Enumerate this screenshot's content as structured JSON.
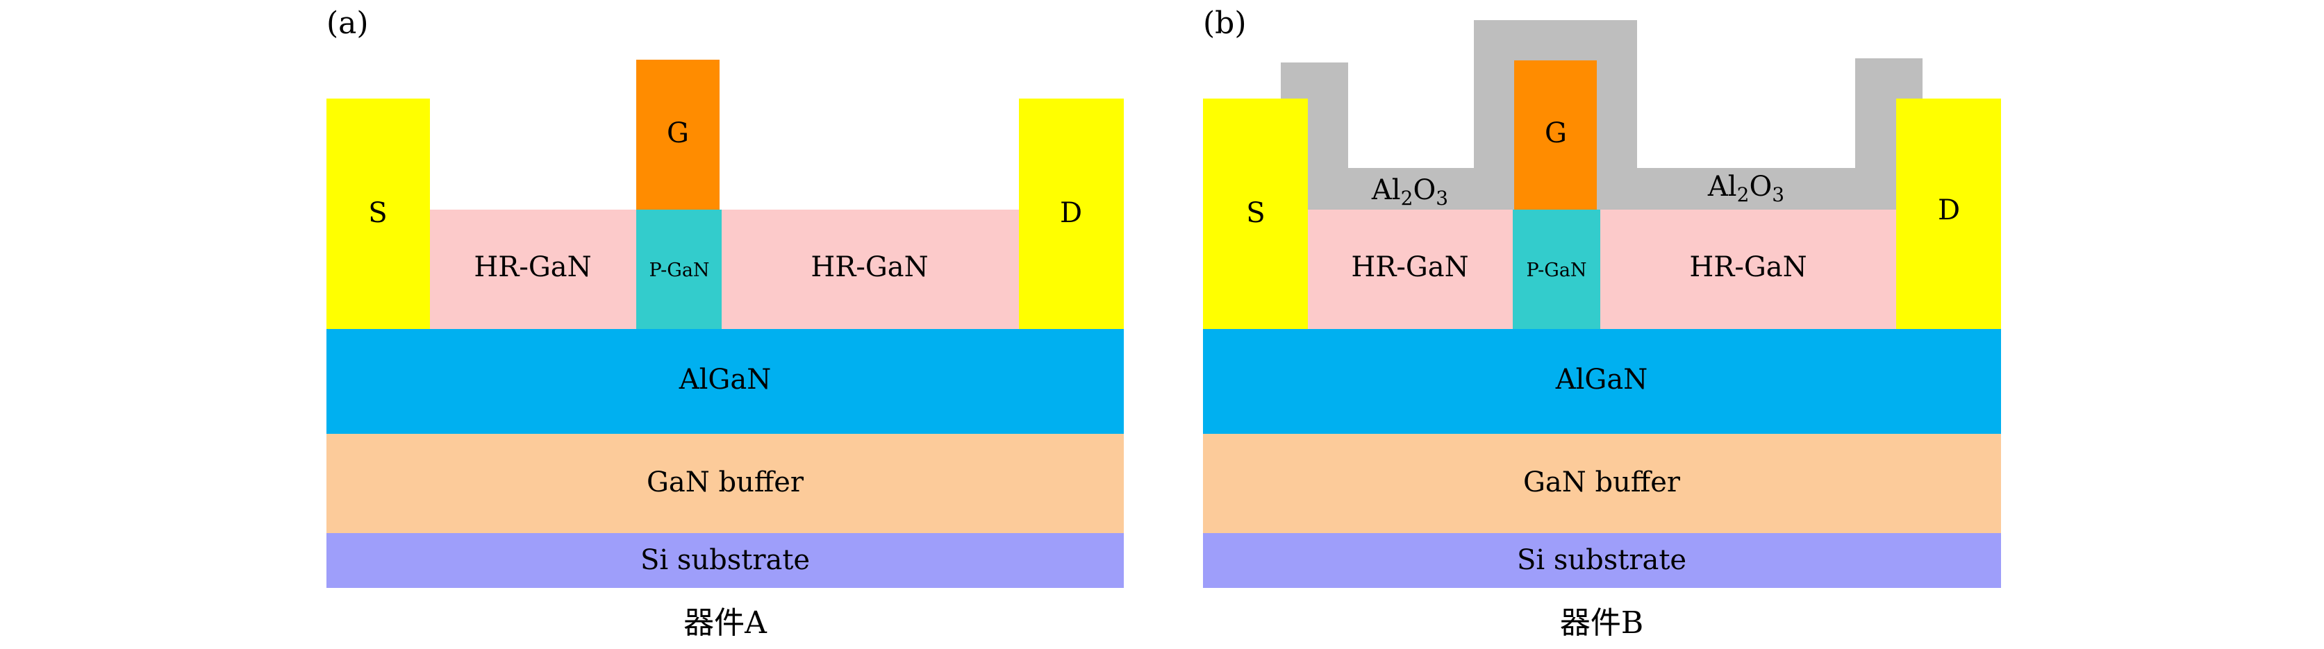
{
  "colors": {
    "source_drain": "#FFFF00",
    "gate": "#FF8C00",
    "hr_gan": "#FCCACA",
    "p_gan": "#33CCCC",
    "algan": "#00B0F0",
    "gan_buffer": "#FCCB9A",
    "si_substrate": "#9E9EFA",
    "al2o3": "#BEBEBE"
  },
  "panels": [
    {
      "tag": "(a)",
      "caption": "器件A",
      "labels": {
        "source": "S",
        "gate": "G",
        "drain": "D",
        "hr_left": "HR-GaN",
        "p_gan": "P-GaN",
        "hr_right": "HR-GaN",
        "algan": "AlGaN",
        "buffer": "GaN buffer",
        "substrate": "Si substrate"
      }
    },
    {
      "tag": "(b)",
      "caption": "器件B",
      "labels": {
        "source": "S",
        "gate": "G",
        "drain": "D",
        "hr_left": "HR-GaN",
        "p_gan": "P-GaN",
        "hr_right": "HR-GaN",
        "algan": "AlGaN",
        "buffer": "GaN buffer",
        "substrate": "Si substrate",
        "oxide_base": "Al",
        "oxide_sub1": "2",
        "oxide_mid": "O",
        "oxide_sub2": "3"
      }
    }
  ]
}
